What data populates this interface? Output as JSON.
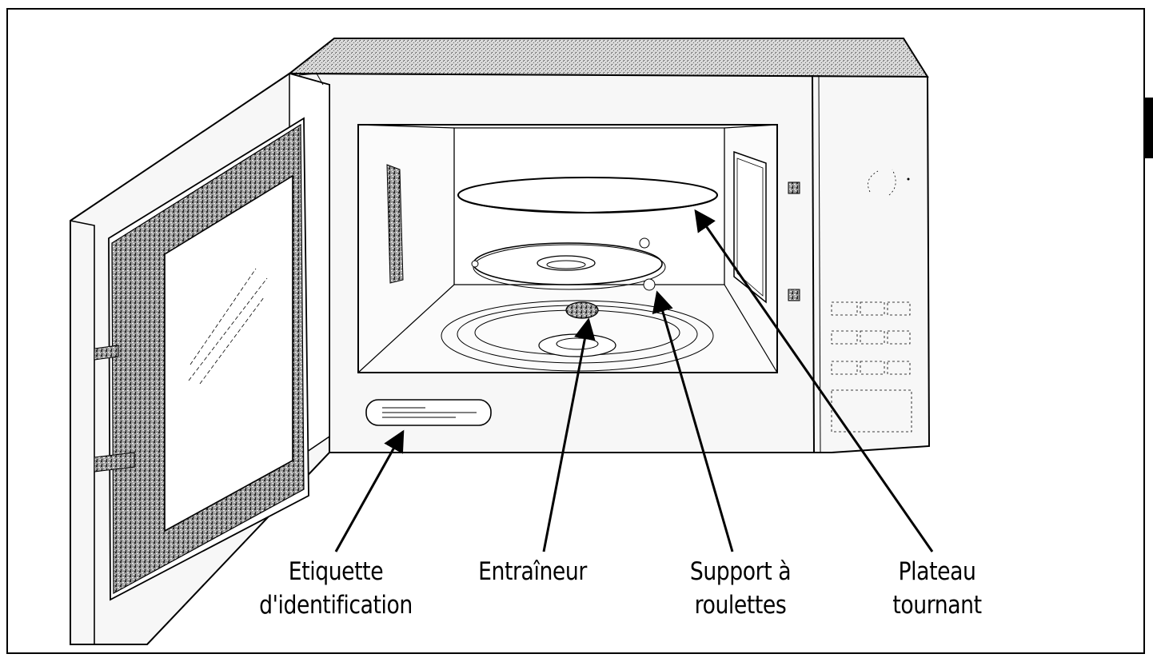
{
  "labels": {
    "etiquette": {
      "line1": "Etiquette",
      "line2": "d'identification"
    },
    "entraineur": {
      "line1": "Entraîneur"
    },
    "support": {
      "line1": "Support à",
      "line2": "roulettes"
    },
    "plateau": {
      "line1": "Plateau",
      "line2": "tournant"
    }
  },
  "colors": {
    "ink": "#000000",
    "paper": "#ffffff",
    "texture": "#6e6e6e",
    "light_fill": "#f4f4f4"
  }
}
